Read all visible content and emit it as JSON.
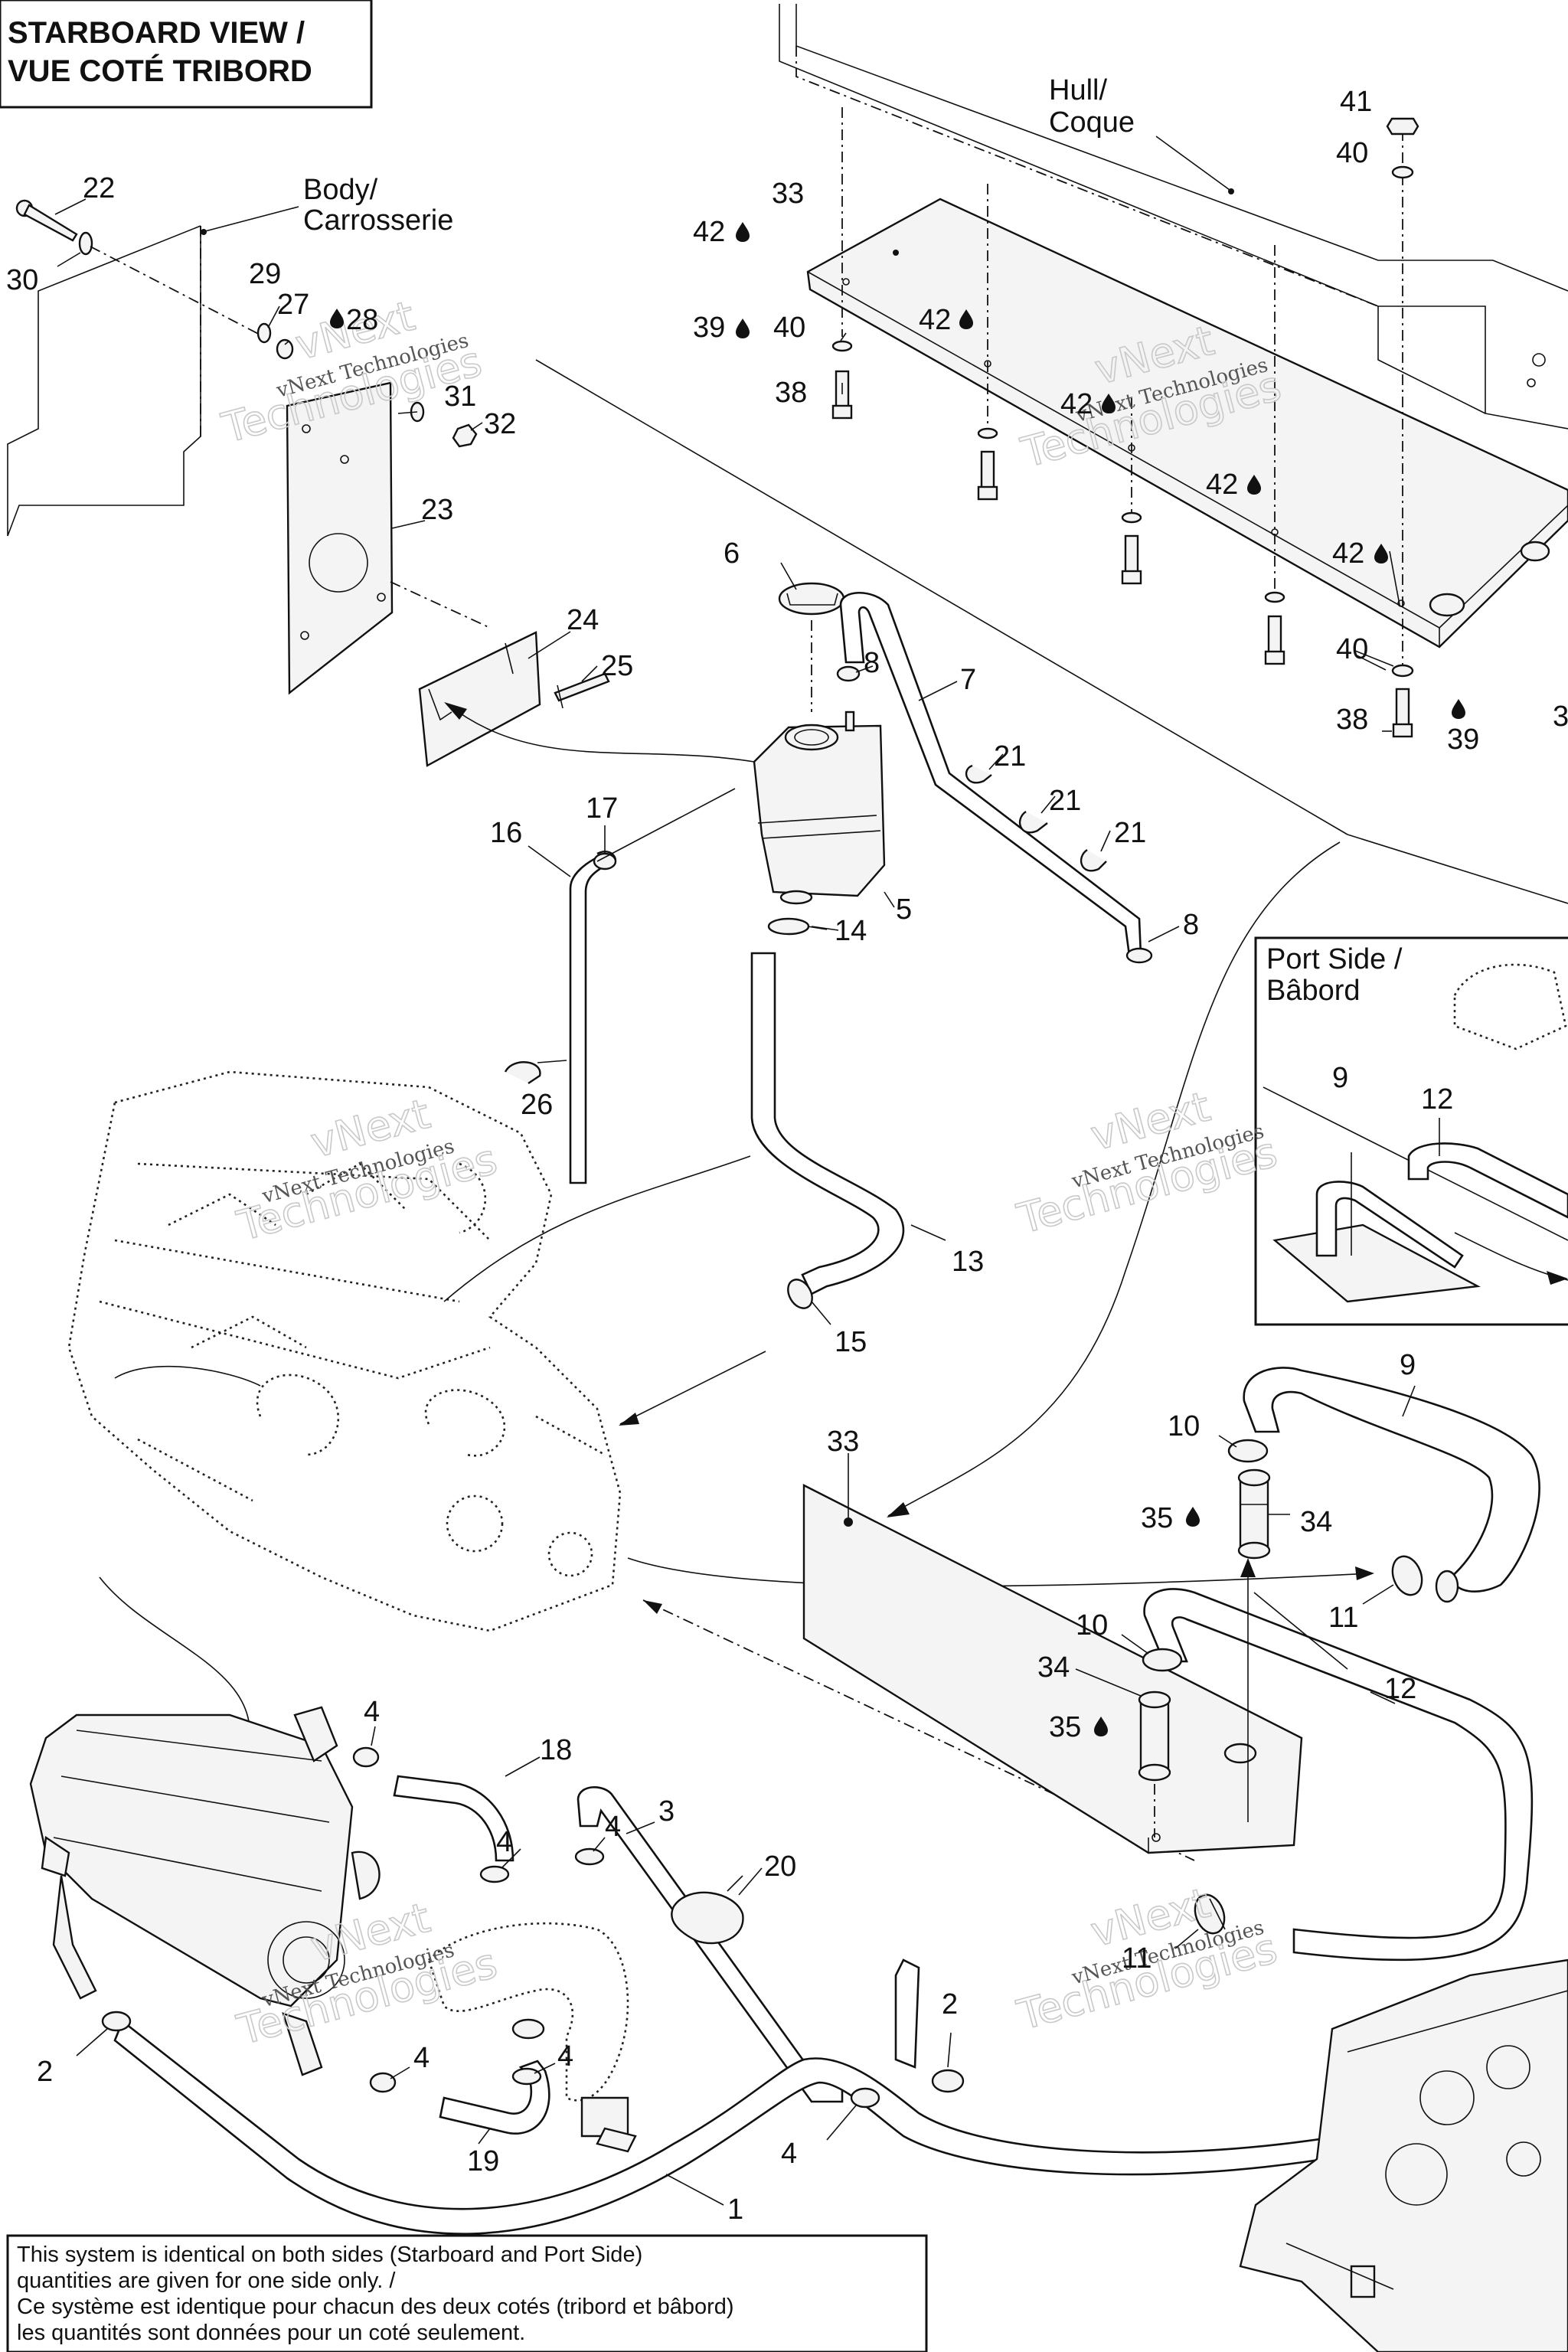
{
  "title": {
    "line1": "STARBOARD VIEW /",
    "line2": "VUE COTÉ TRIBORD"
  },
  "inset": {
    "line1": "Port Side /",
    "line2": "Bâbord"
  },
  "areas": {
    "body": [
      "Body/",
      "Carrosserie"
    ],
    "hull": [
      "Hull/",
      "Coque"
    ]
  },
  "watermark": {
    "small": "vNext Technologies",
    "big_line1": "vNext",
    "big_line2": "Technologies"
  },
  "callouts": {
    "c1": "1",
    "c2a": "2",
    "c2b": "2",
    "c3": "3",
    "c4a": "4",
    "c4b": "4",
    "c4c": "4",
    "c4d": "4",
    "c4e": "4",
    "c5": "5",
    "c6": "6",
    "c7": "7",
    "c8a": "8",
    "c8b": "8",
    "c9a": "9",
    "c9b": "9",
    "c10a": "10",
    "c10b": "10",
    "c11a": "11",
    "c11b": "11",
    "c12a": "12",
    "c12b": "12",
    "c13": "13",
    "c14": "14",
    "c15": "15",
    "c16": "16",
    "c17": "17",
    "c18": "18",
    "c19": "19",
    "c20": "20",
    "c21a": "21",
    "c21b": "21",
    "c21c": "21",
    "c22": "22",
    "c23": "23",
    "c24": "24",
    "c25": "25",
    "c26": "26",
    "c27": "27",
    "c28": "28",
    "c29": "29",
    "c30": "30",
    "c31": "31",
    "c32": "32",
    "c33a": "33",
    "c33b": "33",
    "c34a": "34",
    "c34b": "34",
    "c35a": "35",
    "c35b": "35",
    "c38a": "38",
    "c38b": "38",
    "c39a": "39",
    "c39b": "39",
    "c40a": "40",
    "c40b": "40",
    "c40c": "40",
    "c41": "41",
    "c42a": "42",
    "c42b": "42",
    "c42c": "42",
    "c42d": "42",
    "c42e": "42",
    "c3r": "3"
  },
  "footnote": {
    "line1": "This system is identical on both sides (Starboard and Port Side)",
    "line2": "quantities are given for one side only. /",
    "line3": "Ce système est identique pour chacun des deux cotés (tribord et bâbord)",
    "line4": "les quantités sont données pour un coté seulement."
  }
}
